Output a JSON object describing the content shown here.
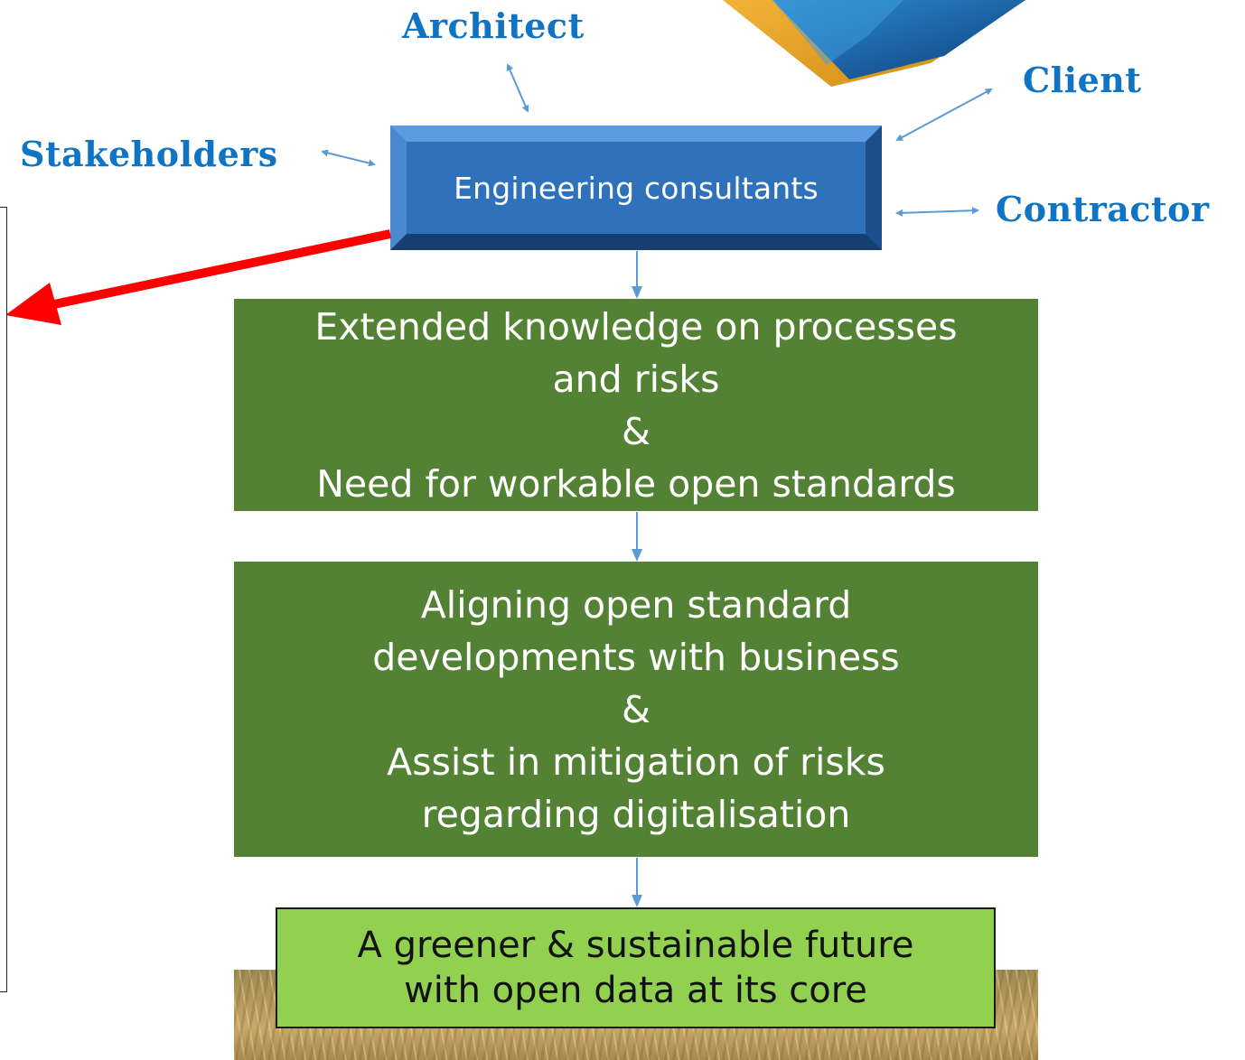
{
  "roles": {
    "architect": "Architect",
    "client": "Client",
    "stakeholders": "Stakeholders",
    "contractor": "Contractor"
  },
  "center_box": {
    "label": "Engineering consultants"
  },
  "steps": [
    {
      "lines": [
        "Extended knowledge on processes",
        "and risks",
        "&",
        "Need for workable open standards"
      ]
    },
    {
      "lines": [
        "Aligning open standard",
        "developments with business",
        "&",
        "Assist in mitigation of risks",
        "regarding digitalisation"
      ]
    }
  ],
  "outcome": {
    "lines": [
      "A greener & sustainable future",
      "with open data at its core"
    ]
  },
  "colors": {
    "role_text": "#1074c4",
    "consultant_box": "#2e6fb5",
    "step_box": "#548235",
    "outcome_box": "#92d050",
    "connector": "#5b9bd5",
    "highlight_arrow": "#ff0000"
  }
}
